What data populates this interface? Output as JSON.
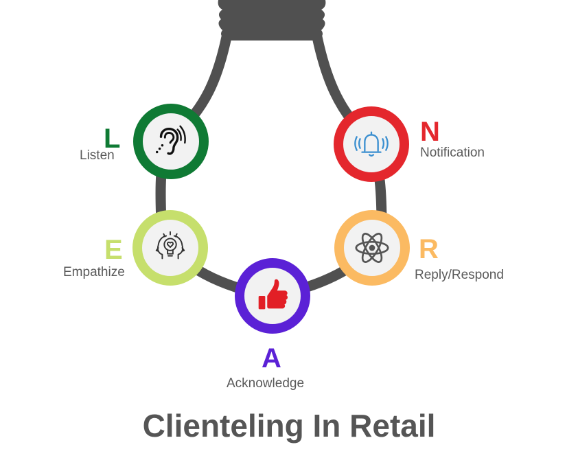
{
  "title": "Clienteling In Retail",
  "steps": [
    {
      "letter": "L",
      "label": "Listen",
      "icon": "hearing-ear-icon",
      "color": "#0f7a34"
    },
    {
      "letter": "E",
      "label": "Empathize",
      "icon": "head-heart-bulb-icon",
      "color": "#c6df6c"
    },
    {
      "letter": "A",
      "label": "Acknowledge",
      "icon": "thumbs-up-icon",
      "color": "#5b21d6"
    },
    {
      "letter": "R",
      "label": "Reply/Respond",
      "icon": "atom-icon",
      "color": "#fbba62"
    },
    {
      "letter": "N",
      "label": "Notification",
      "icon": "ringing-bell-icon",
      "color": "#e4272d"
    }
  ],
  "colors": {
    "bulb_outline": "#505050",
    "text": "#595959",
    "title": "#555555"
  }
}
